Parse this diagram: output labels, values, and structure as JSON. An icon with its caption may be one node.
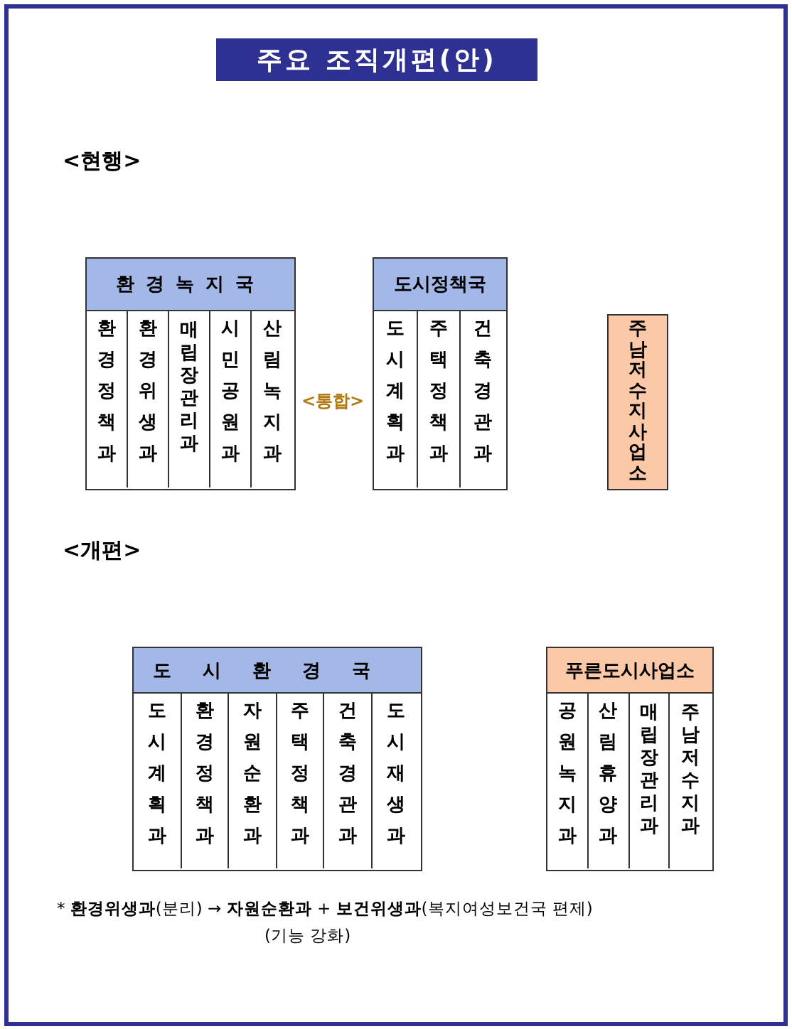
{
  "diagram": {
    "title": "주요 조직개편(안)",
    "nodes": [
      {
        "text": [
          "환경녹지국"
        ]
      },
      {
        "text": [
          "환경정책과"
        ],
        "in": 0
      },
      {
        "text": [
          "환경위생과"
        ],
        "in": 0
      },
      {
        "text": [
          "매립장관리과"
        ],
        "in": 0
      },
      {
        "text": [
          "시민공원과"
        ],
        "in": 0
      },
      {
        "text": [
          "산림녹지과"
        ],
        "in": 0
      },
      {
        "text": [
          "도시정책국"
        ]
      },
      {
        "text": [
          "도시계획과"
        ],
        "in": 6
      },
      {
        "text": [
          "주택정책과"
        ],
        "in": 6
      },
      {
        "text": [
          "건축경관과"
        ],
        "in": 6
      },
      {
        "text": [
          "주남저수지사업소"
        ]
      },
      {
        "text": [
          "도시환경국"
        ]
      },
      {
        "text": [
          "도시계획과"
        ],
        "in": 11
      },
      {
        "text": [
          "환경정책과"
        ],
        "in": 11
      },
      {
        "text": [
          "자원순환과"
        ],
        "in": 11
      },
      {
        "text": [
          "주택정책과"
        ],
        "in": 11
      },
      {
        "text": [
          "건축경관과"
        ],
        "in": 11
      },
      {
        "text": [
          "도시재생과"
        ],
        "in": 11
      },
      {
        "text": [
          "푸른도시사업소"
        ]
      },
      {
        "text": [
          "공원녹지과"
        ],
        "in": 18
      },
      {
        "text": [
          "산림휴양과"
        ],
        "in": 18
      },
      {
        "text": [
          "매립장관리과"
        ],
        "in": 18
      },
      {
        "text": [
          "주남저수지과"
        ],
        "in": 18
      }
    ],
    "labels": [
      "<현행>",
      "<통합>",
      "<개편>",
      "* **환경위생과**(분리) → **자원순환과** + **보건위생과**(복지여성보건국 편제)",
      "(기능 강화)"
    ]
  }
}
